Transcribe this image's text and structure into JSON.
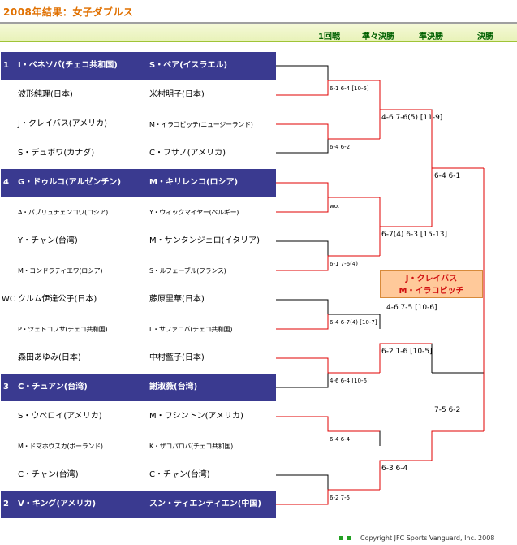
{
  "title": "2008年結果：女子ダブルス",
  "rounds": [
    "1回戦",
    "準々決勝",
    "準決勝",
    "決勝"
  ],
  "entries": [
    {
      "seed": "1",
      "p1": "I・ベネソバ(チェコ共和国)",
      "p2": "S・ペア(イスラエル)",
      "seeded": true
    },
    {
      "seed": "",
      "p1": "波形純理(日本)",
      "p2": "米村明子(日本)",
      "seeded": false
    },
    {
      "seed": "",
      "p1": "J・クレイバス(アメリカ)",
      "p2": "M・イラコビッチ(ニュージーランド)",
      "seeded": false
    },
    {
      "seed": "",
      "p1": "S・デュボワ(カナダ)",
      "p2": "C・フサノ(アメリカ)",
      "seeded": false
    },
    {
      "seed": "4",
      "p1": "G・ドゥルコ(アルゼンチン)",
      "p2": "M・キリレンコ(ロシア)",
      "seeded": true
    },
    {
      "seed": "",
      "p1": "A・パブリュチェンコワ(ロシア)",
      "p2": "Y・ウィックマイヤー(ベルギー)",
      "seeded": false
    },
    {
      "seed": "",
      "p1": "Y・チャン(台湾)",
      "p2": "M・サンタンジェロ(イタリア)",
      "seeded": false
    },
    {
      "seed": "",
      "p1": "M・コンドラティエワ(ロシア)",
      "p2": "S・ルフェーブル(フランス)",
      "seeded": false
    },
    {
      "seed": "WC",
      "p1": "クルム伊達公子(日本)",
      "p2": "藤原里華(日本)",
      "seeded": false
    },
    {
      "seed": "",
      "p1": "P・ツェトコフサ(チェコ共和国)",
      "p2": "L・サファロバ(チェコ共和国)",
      "seeded": false
    },
    {
      "seed": "",
      "p1": "森田あゆみ(日本)",
      "p2": "中村藍子(日本)",
      "seeded": false
    },
    {
      "seed": "3",
      "p1": "C・チュアン(台湾)",
      "p2": "謝淑薇(台湾)",
      "seeded": true
    },
    {
      "seed": "",
      "p1": "S・ウペロイ(アメリカ)",
      "p2": "M・ワシントン(アメリカ)",
      "seeded": false
    },
    {
      "seed": "",
      "p1": "M・ドマホウスカ(ポーランド)",
      "p2": "K・ザコパロバ(チェコ共和国)",
      "seeded": false
    },
    {
      "seed": "",
      "p1": "C・チャン(台湾)",
      "p2": "C・チャン(台湾)",
      "seeded": false
    },
    {
      "seed": "2",
      "p1": "V・キング(アメリカ)",
      "p2": "スン・ティエンティエン(中国)",
      "seeded": true
    }
  ],
  "scores": {
    "r1": [
      "6-1 6-4 [10-5]",
      "6-4 6-2",
      "wo.",
      "6-1 7-6(4)",
      "6-4 6-7(4) [10-7]",
      "4-6 6-4 [10-6]",
      "6-4 6-4",
      "6-2 7-5"
    ],
    "qf": [
      "4-6 7-6(5) [11-9]",
      "6-7(4) 6-3 [15-13]",
      "6-2 1-6 [10-5]",
      "6-3 6-4"
    ],
    "sf": [
      "6-4 6-1",
      "4-6 7-5 [10-6]"
    ],
    "final": "7-5 6-2"
  },
  "champion": [
    "J・クレイバス",
    "M・イラコビッチ"
  ],
  "footer": "Copyright JFC Sports Vanguard, Inc. 2008",
  "colors": {
    "seed_box": "#3a3a90",
    "winner_line": "#e00000",
    "champion_bg": "#ffc99a",
    "title": "#e07000",
    "round_header": "#006000"
  }
}
